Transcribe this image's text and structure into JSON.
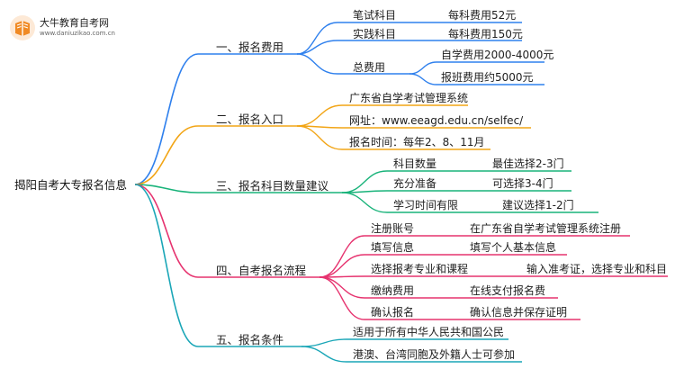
{
  "logo": {
    "title": "大牛教育自考网",
    "url": "www.daniuzikao.com.cn"
  },
  "root": "揭阳自考大专报名信息",
  "colors": {
    "blue": "#2f80ed",
    "orange": "#f2a516",
    "green": "#19b37a",
    "pink": "#e6336f",
    "teal": "#1aa6b7"
  },
  "branches": [
    {
      "label": "一、报名费用",
      "items": [
        {
          "label": "笔试科目",
          "value": "每科费用52元"
        },
        {
          "label": "实践科目",
          "value": "每科费用150元"
        },
        {
          "label": "总费用",
          "children": [
            "自学费用2000-4000元",
            "报班费用约5000元"
          ]
        }
      ]
    },
    {
      "label": "二、报名入口",
      "items": [
        {
          "label": "广东省自学考试管理系统"
        },
        {
          "label": "网址：www.eeagd.edu.cn/selfec/"
        },
        {
          "label": "报名时间：每年2、8、11月"
        }
      ]
    },
    {
      "label": "三、报名科目数量建议",
      "items": [
        {
          "label": "科目数量",
          "value": "最佳选择2-3门"
        },
        {
          "label": "充分准备",
          "value": "可选择3-4门"
        },
        {
          "label": "学习时间有限",
          "value": "建议选择1-2门"
        }
      ]
    },
    {
      "label": "四、自考报名流程",
      "items": [
        {
          "label": "注册账号",
          "value": "在广东省自学考试管理系统注册"
        },
        {
          "label": "填写信息",
          "value": "填写个人基本信息"
        },
        {
          "label": "选择报考专业和课程",
          "value": "输入准考证，选择专业和科目"
        },
        {
          "label": "缴纳费用",
          "value": "在线支付报名费"
        },
        {
          "label": "确认报名",
          "value": "确认信息并保存证明"
        }
      ]
    },
    {
      "label": "五、报名条件",
      "items": [
        {
          "label": "适用于所有中华人民共和国公民"
        },
        {
          "label": "港澳、台湾同胞及外籍人士可参加"
        }
      ]
    }
  ]
}
